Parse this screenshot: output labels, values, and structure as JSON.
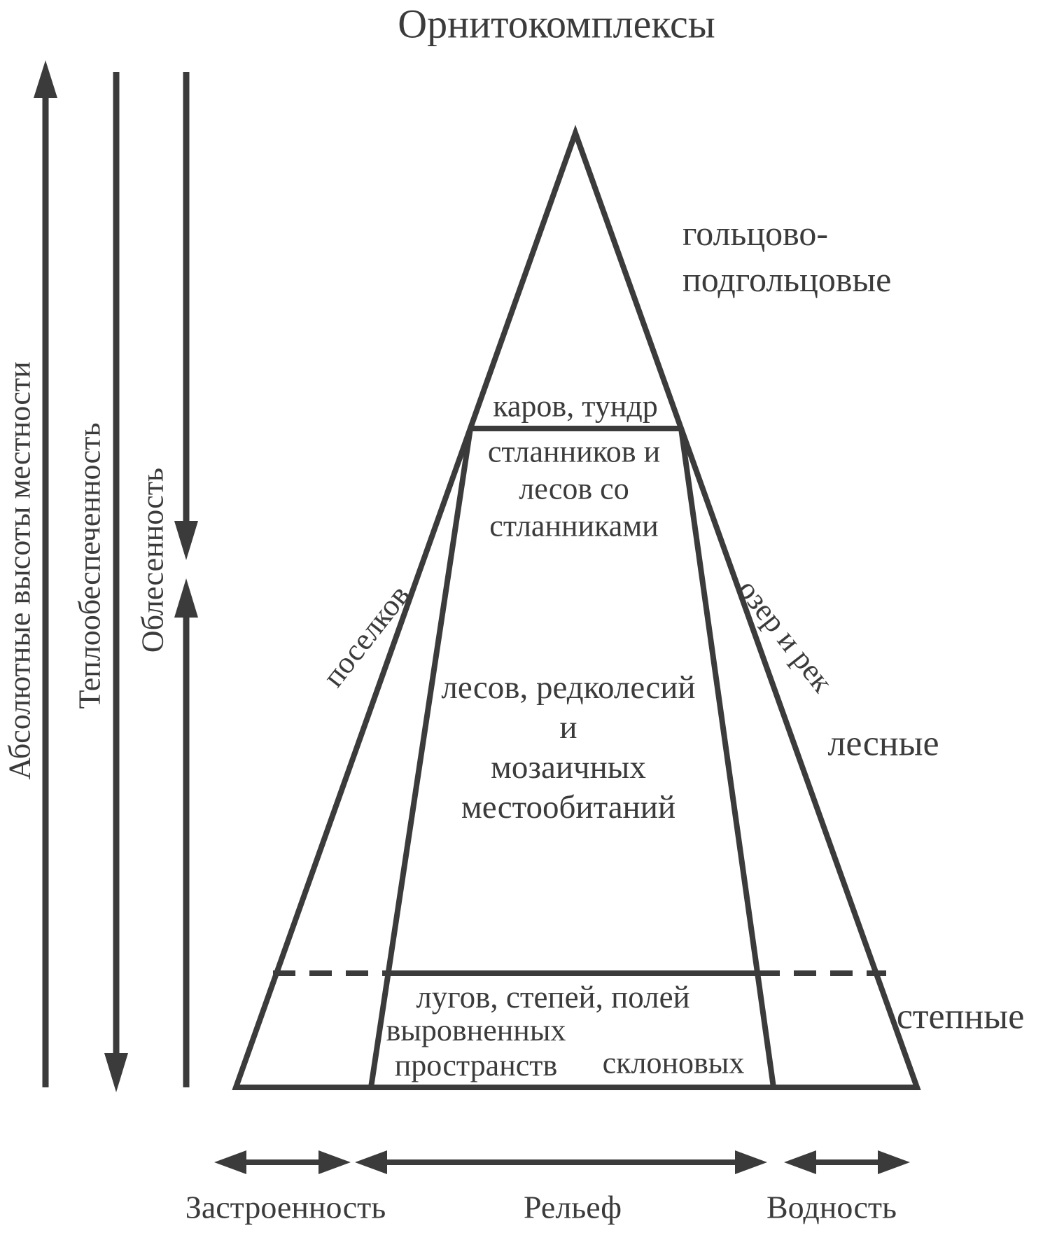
{
  "title": "Орнитокомплексы",
  "colors": {
    "ink": "#3b3b3b",
    "background": "#ffffff"
  },
  "axes_left": [
    {
      "label": "Абсолютные высоты местности",
      "direction": "up"
    },
    {
      "label": "Теплообеспеченность",
      "direction": "down"
    },
    {
      "label": "Облесенность",
      "direction": "converging"
    }
  ],
  "axes_bottom": [
    {
      "label": "Застроенность"
    },
    {
      "label": "Рельеф"
    },
    {
      "label": "Водность"
    }
  ],
  "pyramid": {
    "zone_top_right": [
      "гольцово-",
      "подгольцовые"
    ],
    "band_karov": "каров, тундр",
    "band_stlannikov": [
      "стланников и",
      "лесов со",
      "стланниками"
    ],
    "left_slope": "поселков",
    "right_slope": "озер и рек",
    "center": [
      "лесов, редколесий",
      "и",
      "мозаичных",
      "местообитаний"
    ],
    "zone_forest": "лесные",
    "band_lugov": "лугов, степей, полей",
    "bottom_left": [
      "выровненных",
      "пространств"
    ],
    "bottom_right": "склоновых",
    "zone_steppe": "степные"
  }
}
